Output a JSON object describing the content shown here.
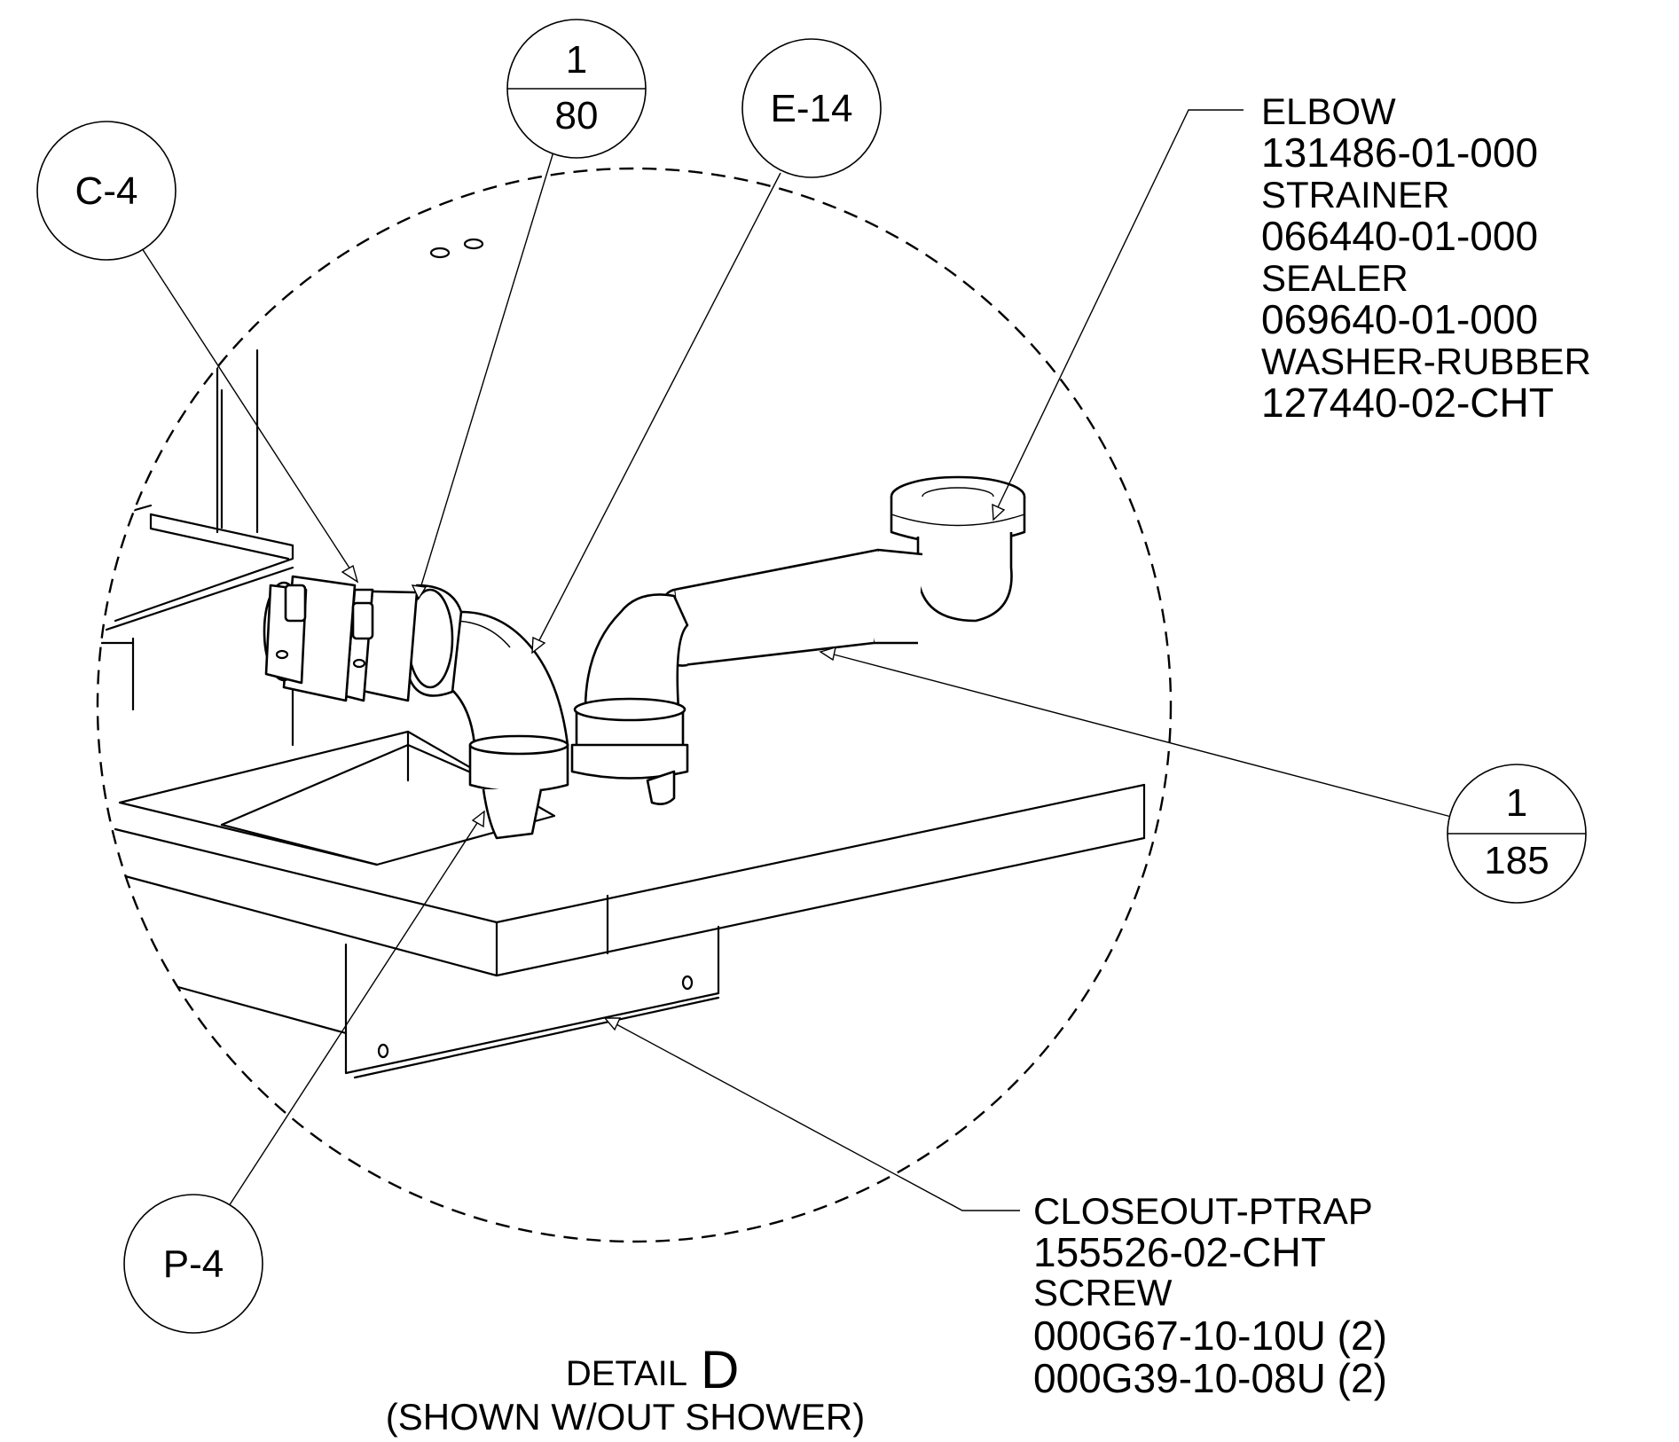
{
  "title": {
    "detail_word": "DETAIL",
    "detail_letter": "D",
    "subtitle": "(SHOWN W/OUT SHOWER)"
  },
  "bubbles": {
    "c4": "C-4",
    "e14": "E-14",
    "p4": "P-4",
    "ref_top": {
      "top": "1",
      "bottom": "80"
    },
    "ref_right": {
      "top": "1",
      "bottom": "185"
    }
  },
  "callout_top_right": [
    "ELBOW",
    "131486-01-000",
    "STRAINER",
    "066440-01-000",
    "SEALER",
    "069640-01-000",
    "WASHER-RUBBER",
    "127440-02-CHT"
  ],
  "callout_bottom_right": [
    "CLOSEOUT-PTRAP",
    "155526-02-CHT",
    "SCREW",
    "000G67-10-10U (2)",
    "000G39-10-08U (2)"
  ]
}
